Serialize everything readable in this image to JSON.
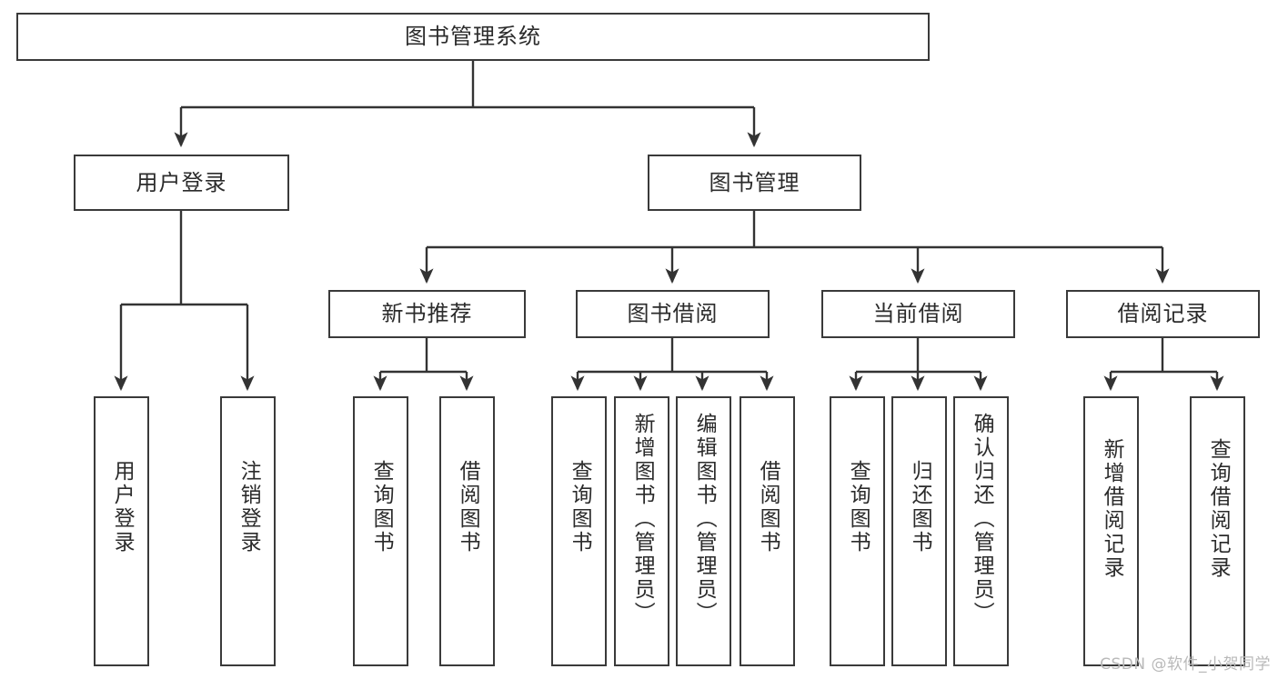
{
  "diagram": {
    "title": "图书管理系统",
    "type": "tree",
    "watermark": "CSDN @软件_小贺同学",
    "colors": {
      "background": "#ffffff",
      "box_border": "#3a3a3a",
      "box_fill": "#ffffff",
      "text": "#2b2b2b",
      "edge": "#333333",
      "watermark": "#b9b9b9"
    },
    "nodes": {
      "root": {
        "label": "图书管理系统"
      },
      "level2": [
        {
          "id": "user-login",
          "label": "用户登录"
        },
        {
          "id": "book-management",
          "label": "图书管理"
        }
      ],
      "level3": [
        {
          "id": "new-book-recommend",
          "label": "新书推荐"
        },
        {
          "id": "book-borrow",
          "label": "图书借阅"
        },
        {
          "id": "current-borrow",
          "label": "当前借阅"
        },
        {
          "id": "borrow-record",
          "label": "借阅记录"
        }
      ],
      "leaves": {
        "user-login": [
          {
            "id": "leaf-user-login",
            "label": "用户登录"
          },
          {
            "id": "leaf-logout-login",
            "label": "注销登录"
          }
        ],
        "new-book-recommend": [
          {
            "id": "leaf-query-book-1",
            "label": "查询图书"
          },
          {
            "id": "leaf-borrow-book-1",
            "label": "借阅图书"
          }
        ],
        "book-borrow": [
          {
            "id": "leaf-query-book-2",
            "label": "查询图书"
          },
          {
            "id": "leaf-add-book-admin",
            "label": "新增图书（管理员）"
          },
          {
            "id": "leaf-edit-book-admin",
            "label": "编辑图书（管理员）"
          },
          {
            "id": "leaf-borrow-book-2",
            "label": "借阅图书"
          }
        ],
        "current-borrow": [
          {
            "id": "leaf-query-book-3",
            "label": "查询图书"
          },
          {
            "id": "leaf-return-book",
            "label": "归还图书"
          },
          {
            "id": "leaf-confirm-return-admin",
            "label": "确认归还（管理员）"
          }
        ],
        "borrow-record": [
          {
            "id": "leaf-add-borrow-record",
            "label": "新增借阅记录"
          },
          {
            "id": "leaf-query-borrow-record",
            "label": "查询借阅记录"
          }
        ]
      }
    }
  }
}
